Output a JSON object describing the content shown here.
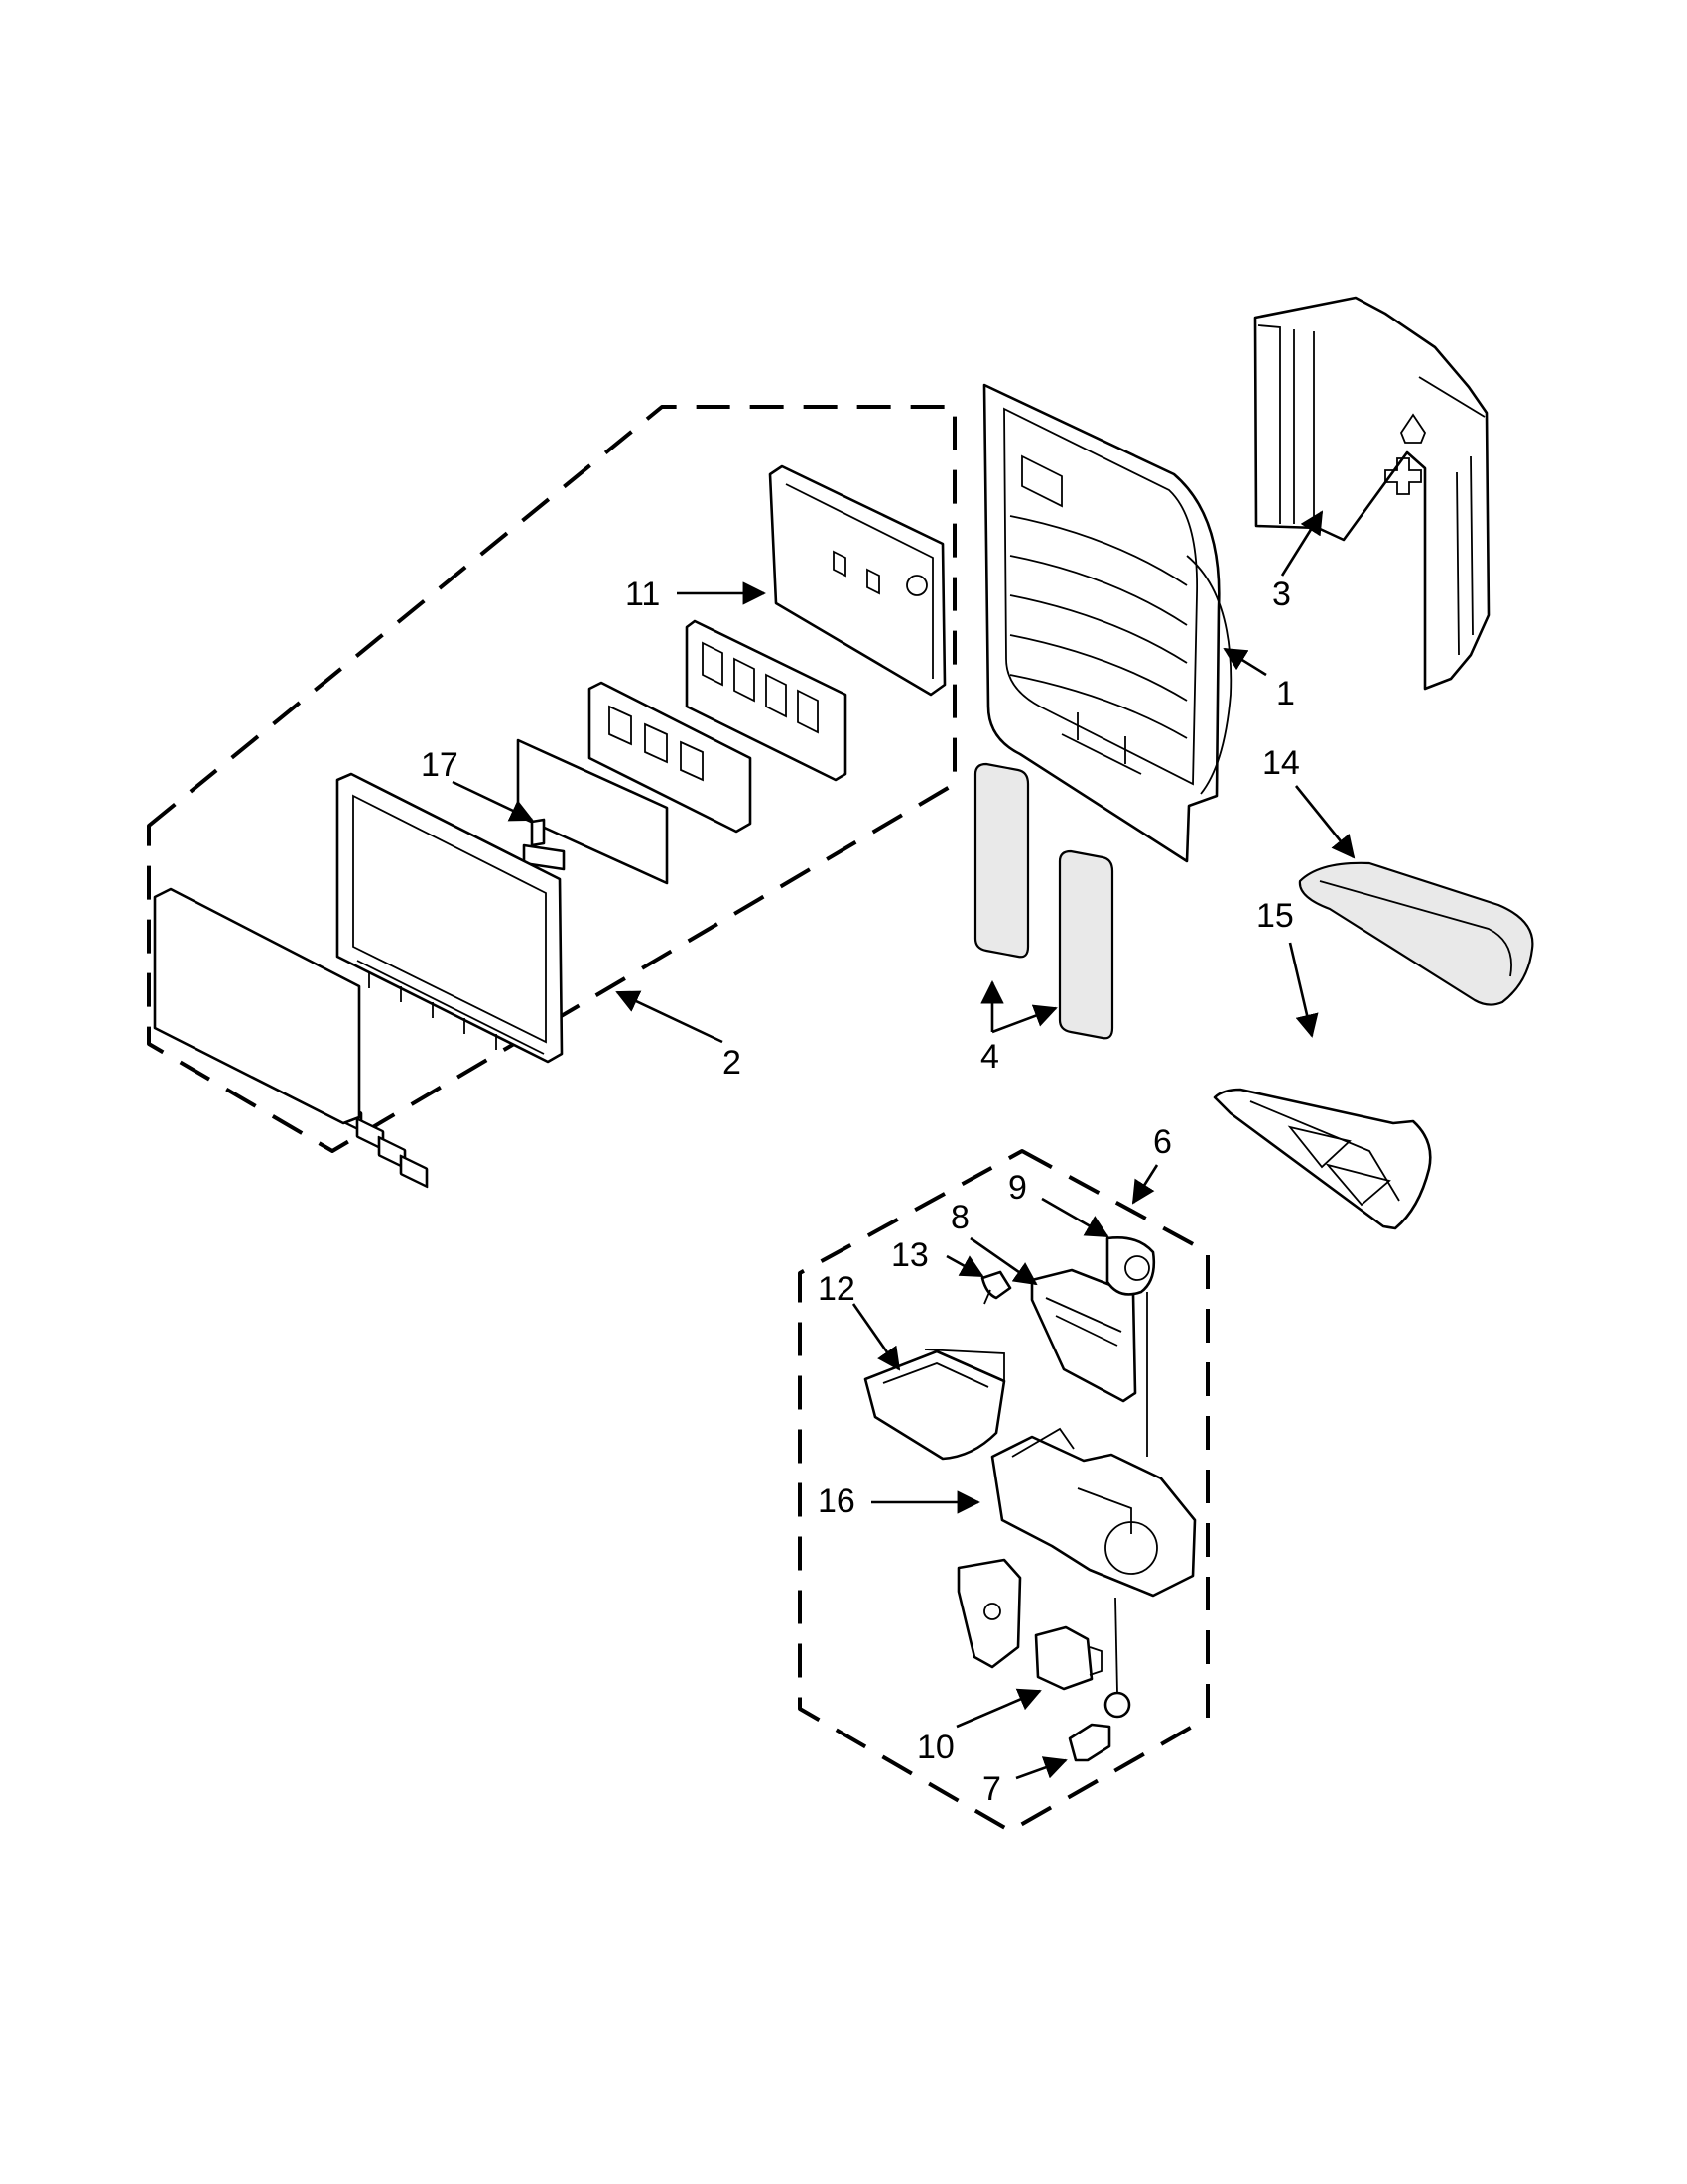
{
  "callouts": {
    "c1": "1",
    "c2": "2",
    "c3": "3",
    "c4": "4",
    "c6": "6",
    "c7": "7",
    "c8": "8",
    "c9": "9",
    "c10": "10",
    "c11": "11",
    "c12": "12",
    "c13": "13",
    "c14": "14",
    "c15": "15",
    "c16": "16",
    "c17": "17"
  }
}
